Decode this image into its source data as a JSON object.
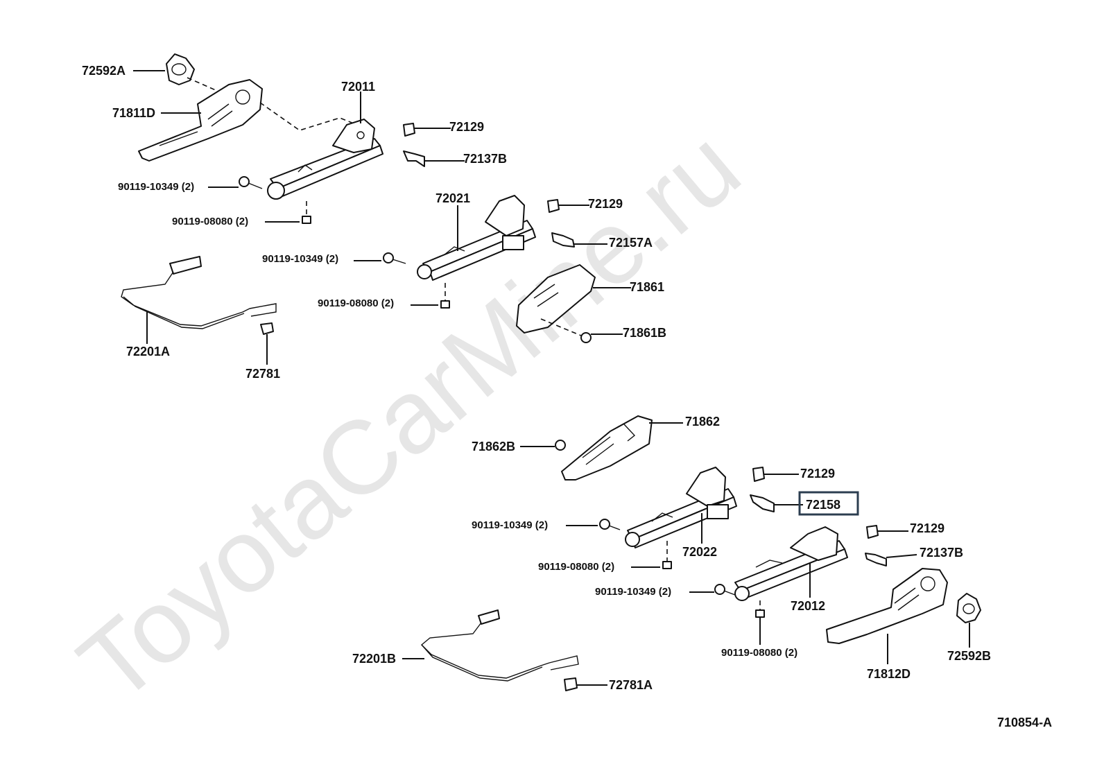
{
  "watermark": "ToyotaCarMine.ru",
  "diagram_code": "710854-A",
  "highlighted_label_index": 19,
  "labels": [
    "72592A",
    "71811D",
    "72011",
    "72129",
    "72137B",
    "90119-10349 (2)",
    "90119-08080 (2)",
    "72021",
    "72129",
    "72157A",
    "90119-10349 (2)",
    "90119-08080 (2)",
    "71861",
    "71861B",
    "72201A",
    "72781",
    "71862",
    "71862B",
    "72129",
    "72158",
    "90119-10349 (2)",
    "72022",
    "72129",
    "72137B",
    "90119-08080 (2)",
    "90119-10349 (2)",
    "72012",
    "90119-08080 (2)",
    "72201B",
    "72781A",
    "71812D",
    "72592B"
  ]
}
